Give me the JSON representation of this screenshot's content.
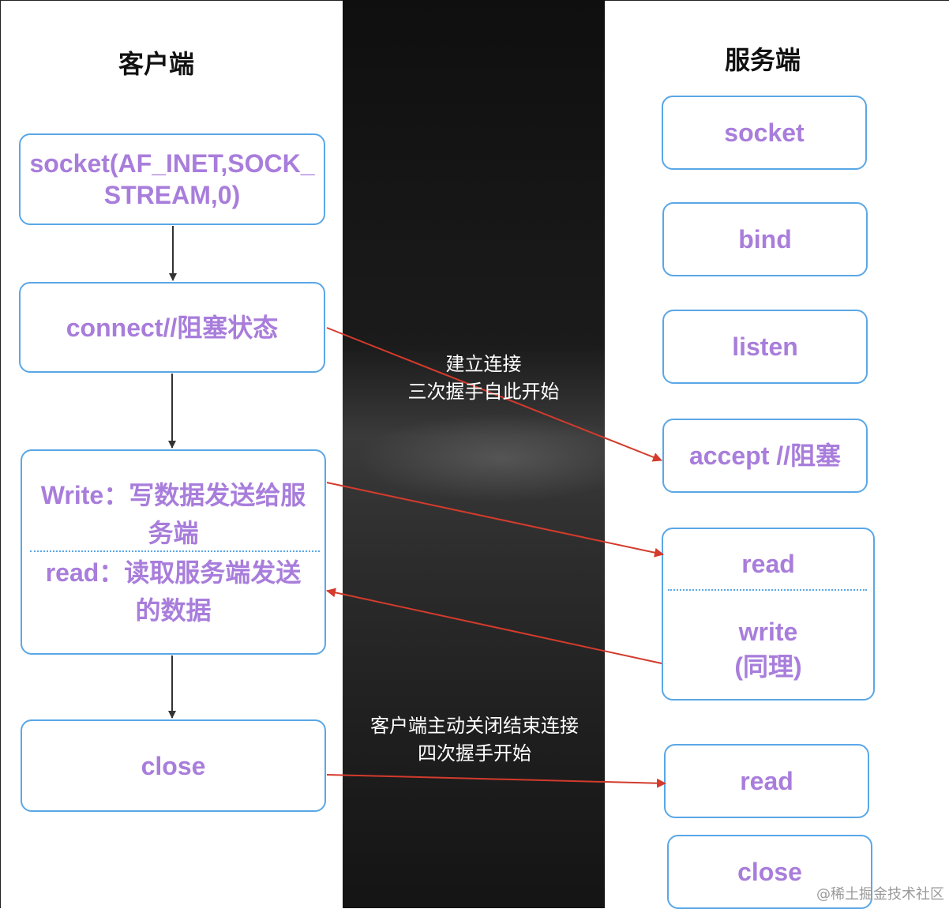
{
  "client": {
    "title": "客户端",
    "socket_line1": "socket(AF_INET,SOCK_",
    "socket_line2": "STREAM,0)",
    "connect": "connect//阻塞状态",
    "write_line1": "Write：写数据发送给服",
    "write_line2": "务端",
    "read_line1": "read：读取服务端发送",
    "read_line2": "的数据",
    "close": "close"
  },
  "server": {
    "title": "服务端",
    "socket": "socket",
    "bind": "bind",
    "listen": "listen",
    "accept": "accept //阻塞",
    "read": "read",
    "write_line1": "write",
    "write_line2": "(同理)",
    "read2": "read",
    "close": "close"
  },
  "annotations": {
    "connect_line1": "建立连接",
    "connect_line2": "三次握手自此开始",
    "close_line1": "客户端主动关闭结束连接",
    "close_line2": "四次握手开始"
  },
  "watermark": "@稀土掘金技术社区",
  "colors": {
    "box_border": "#5aa7e6",
    "box_text": "#a87ddb",
    "arrow_red": "#d33b2c",
    "arrow_dark": "#333333",
    "band": "#1b1b1b"
  }
}
